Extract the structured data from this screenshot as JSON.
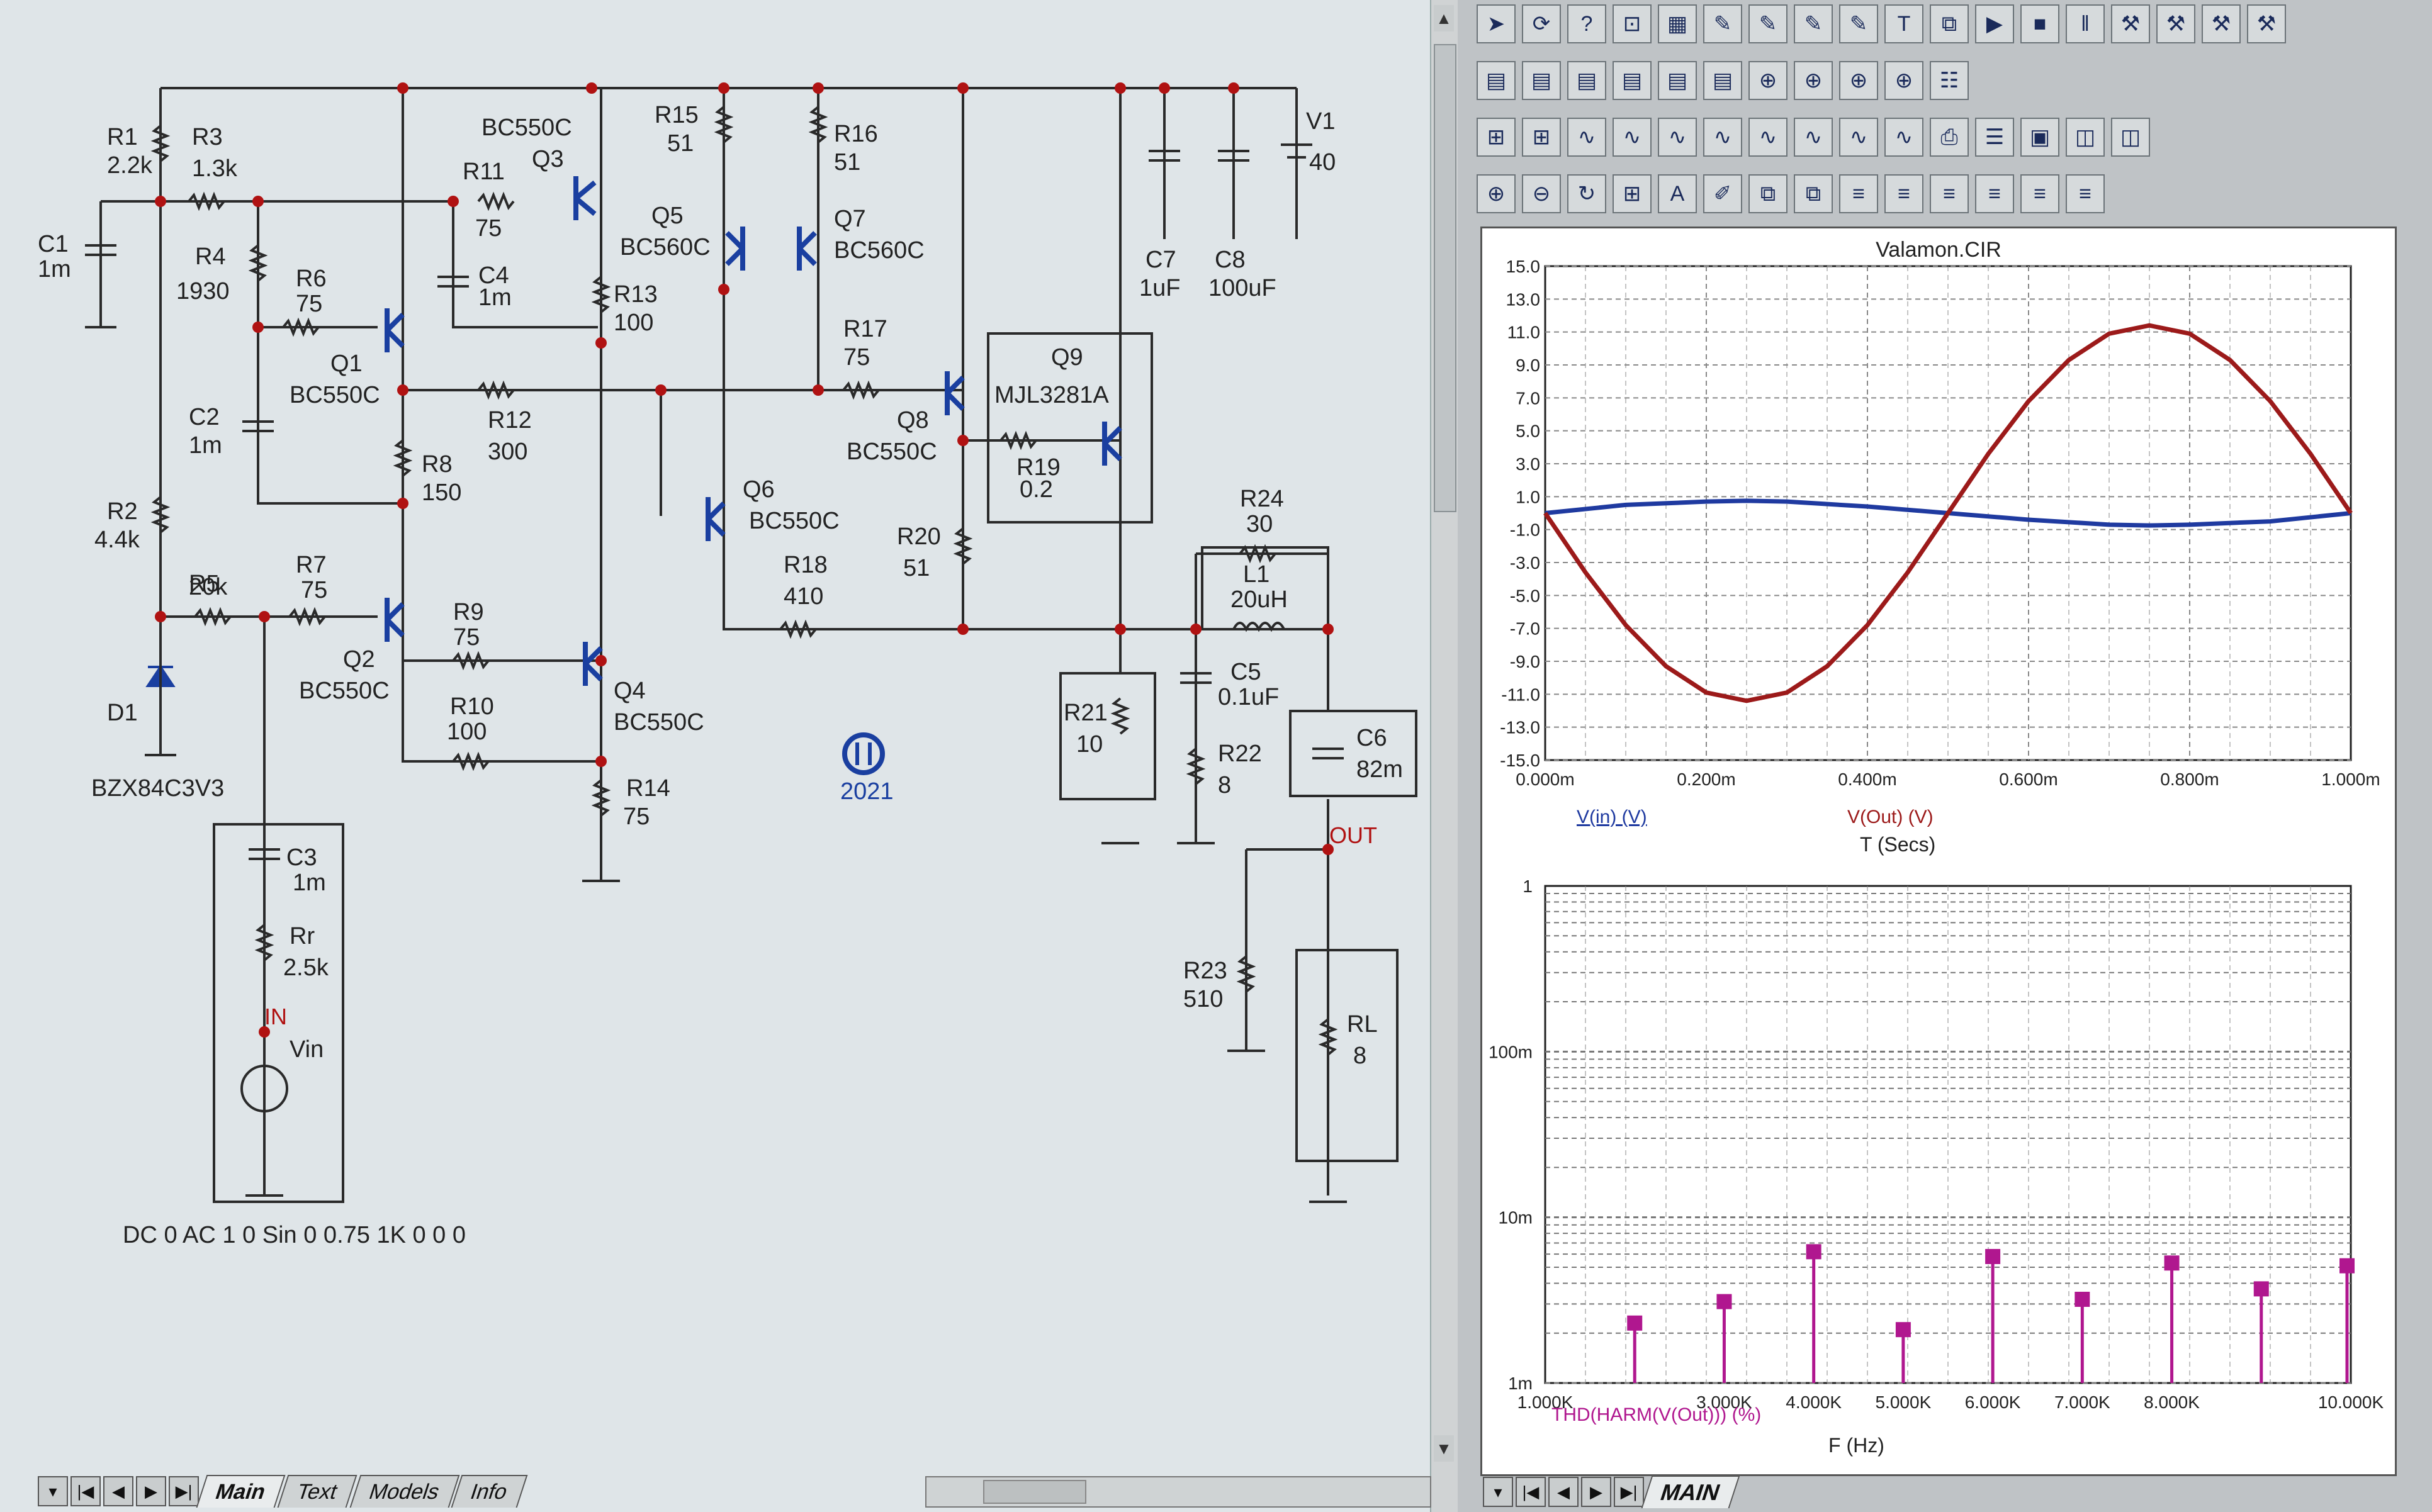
{
  "schematic": {
    "components": [
      {
        "ref": "R1",
        "value": "2.2k"
      },
      {
        "ref": "R3",
        "value": "1.3k"
      },
      {
        "ref": "C1",
        "value": "1m"
      },
      {
        "ref": "R4",
        "value": "1930"
      },
      {
        "ref": "R6",
        "value": "75"
      },
      {
        "ref": "Q1",
        "value": "BC550C"
      },
      {
        "ref": "C2",
        "value": "1m"
      },
      {
        "ref": "R2",
        "value": "4.4k"
      },
      {
        "ref": "R5",
        "value": "20k"
      },
      {
        "ref": "R7",
        "value": "75"
      },
      {
        "ref": "D1",
        "value": "BZX84C3V3"
      },
      {
        "ref": "Q2",
        "value": "BC550C"
      },
      {
        "ref": "Q3",
        "value": "BC550C"
      },
      {
        "ref": "R11",
        "value": "75"
      },
      {
        "ref": "C4",
        "value": "1m"
      },
      {
        "ref": "R13",
        "value": "100"
      },
      {
        "ref": "R12",
        "value": "300"
      },
      {
        "ref": "R8",
        "value": "150"
      },
      {
        "ref": "R9",
        "value": "75"
      },
      {
        "ref": "R10",
        "value": "100"
      },
      {
        "ref": "Q4",
        "value": "BC550C"
      },
      {
        "ref": "R14",
        "value": "75"
      },
      {
        "ref": "R15",
        "value": "51"
      },
      {
        "ref": "R16",
        "value": "51"
      },
      {
        "ref": "Q5",
        "value": "BC560C"
      },
      {
        "ref": "Q7",
        "value": "BC560C"
      },
      {
        "ref": "R17",
        "value": "75"
      },
      {
        "ref": "Q6",
        "value": "BC550C"
      },
      {
        "ref": "R18",
        "value": "410"
      },
      {
        "ref": "Q8",
        "value": "BC550C"
      },
      {
        "ref": "Q9",
        "value": "MJL3281A"
      },
      {
        "ref": "R19",
        "value": "0.2"
      },
      {
        "ref": "R20",
        "value": "51"
      },
      {
        "ref": "C7",
        "value": "1uF"
      },
      {
        "ref": "C8",
        "value": "100uF"
      },
      {
        "ref": "V1",
        "value": "40"
      },
      {
        "ref": "R24",
        "value": "30"
      },
      {
        "ref": "L1",
        "value": "20uH"
      },
      {
        "ref": "C5",
        "value": "0.1uF"
      },
      {
        "ref": "R21",
        "value": "10"
      },
      {
        "ref": "R22",
        "value": "8"
      },
      {
        "ref": "C6",
        "value": "82m"
      },
      {
        "ref": "R23",
        "value": "510"
      },
      {
        "ref": "RL",
        "value": "8"
      },
      {
        "ref": "C3",
        "value": "1m"
      },
      {
        "ref": "Rr",
        "value": "2.5k"
      },
      {
        "ref": "Vin",
        "value": ""
      }
    ],
    "net_labels": {
      "out": "OUT",
      "in": "IN"
    },
    "logo_year": "2021",
    "source_spec": "DC 0 AC 1 0 Sin 0 0.75 1K 0 0 0"
  },
  "sheet_tabs": [
    "Main",
    "Text",
    "Models",
    "Info"
  ],
  "plot_tabs": [
    "MAIN"
  ],
  "nav_buttons": [
    "▾",
    "|◀",
    "◀",
    "▶",
    "▶|"
  ],
  "toolbar_icons": {
    "row1": [
      "arrow",
      "rotate",
      "help",
      "zoom-box",
      "chart",
      "edit",
      "edit",
      "edit",
      "edit",
      "text",
      "copy",
      "run",
      "stop",
      "pause",
      "tool",
      "tool",
      "tool",
      "tool"
    ],
    "row2": [
      "table",
      "table",
      "table",
      "table",
      "table",
      "table",
      "find",
      "find",
      "find",
      "find",
      "props"
    ],
    "row3": [
      "grid",
      "grid",
      "wave",
      "wave",
      "wave",
      "wave",
      "wave",
      "wave",
      "wave",
      "wave",
      "print",
      "list",
      "save",
      "scope",
      "scope"
    ],
    "row4": [
      "zoom-in",
      "zoom-out",
      "refresh",
      "grid",
      "font",
      "color",
      "copy",
      "copy",
      "align",
      "align",
      "align",
      "align",
      "align",
      "align"
    ]
  },
  "transient_plot": {
    "title": "Valamon.CIR",
    "xlabel": "T (Secs)",
    "yticks": [
      "15.0",
      "13.0",
      "11.0",
      "9.0",
      "7.0",
      "5.0",
      "3.0",
      "1.0",
      "-1.0",
      "-3.0",
      "-5.0",
      "-7.0",
      "-9.0",
      "-11.0",
      "-13.0",
      "-15.0"
    ],
    "xticks": [
      "0.000m",
      "0.200m",
      "0.400m",
      "0.600m",
      "0.800m",
      "1.000m"
    ],
    "legend": [
      "V(in) (V)",
      "V(Out) (V)"
    ]
  },
  "harmonic_plot": {
    "xlabel": "F (Hz)",
    "yticks": [
      "1",
      "100m",
      "10m",
      "1m"
    ],
    "xticks": [
      "1.000K",
      "3.000K",
      "4.000K",
      "5.000K",
      "6.000K",
      "7.000K",
      "8.000K",
      "10.000K"
    ],
    "legend": "THD(HARM(V(Out))) (%)"
  },
  "chart_data": [
    {
      "type": "line",
      "title": "Valamon.CIR",
      "xlabel": "T (Secs)",
      "ylabel": "",
      "xlim": [
        0,
        1.0
      ],
      "ylim": [
        -15,
        15
      ],
      "grid": true,
      "series": [
        {
          "name": "V(in) (V)",
          "color": "#1f3aa0",
          "x": [
            0,
            0.1,
            0.2,
            0.25,
            0.3,
            0.4,
            0.5,
            0.6,
            0.7,
            0.75,
            0.8,
            0.9,
            1.0
          ],
          "values": [
            0,
            0.5,
            0.7,
            0.75,
            0.7,
            0.4,
            0,
            -0.4,
            -0.7,
            -0.75,
            -0.7,
            -0.5,
            0
          ]
        },
        {
          "name": "V(Out) (V)",
          "color": "#9c1a1a",
          "x": [
            0,
            0.05,
            0.1,
            0.15,
            0.2,
            0.25,
            0.3,
            0.35,
            0.4,
            0.45,
            0.5,
            0.55,
            0.6,
            0.65,
            0.7,
            0.75,
            0.8,
            0.85,
            0.9,
            0.95,
            1.0
          ],
          "values": [
            0,
            -3.6,
            -6.8,
            -9.3,
            -10.9,
            -11.4,
            -10.9,
            -9.3,
            -6.8,
            -3.6,
            0,
            3.6,
            6.8,
            9.3,
            10.9,
            11.4,
            10.9,
            9.3,
            6.8,
            3.6,
            0
          ]
        }
      ]
    },
    {
      "type": "bar",
      "title": "",
      "xlabel": "F (Hz)",
      "ylabel": "",
      "y_scale": "log",
      "ylim": [
        0.001,
        1
      ],
      "xlim": [
        1000,
        10000
      ],
      "grid": true,
      "series": [
        {
          "name": "THD(HARM(V(Out))) (%)",
          "color": "#b0178f",
          "x": [
            2000,
            3000,
            4000,
            5000,
            6000,
            7000,
            8000,
            9000,
            10000
          ],
          "values": [
            0.0023,
            0.0031,
            0.0062,
            0.0021,
            0.0058,
            0.0032,
            0.0053,
            0.0037,
            0.0051
          ]
        }
      ]
    }
  ]
}
